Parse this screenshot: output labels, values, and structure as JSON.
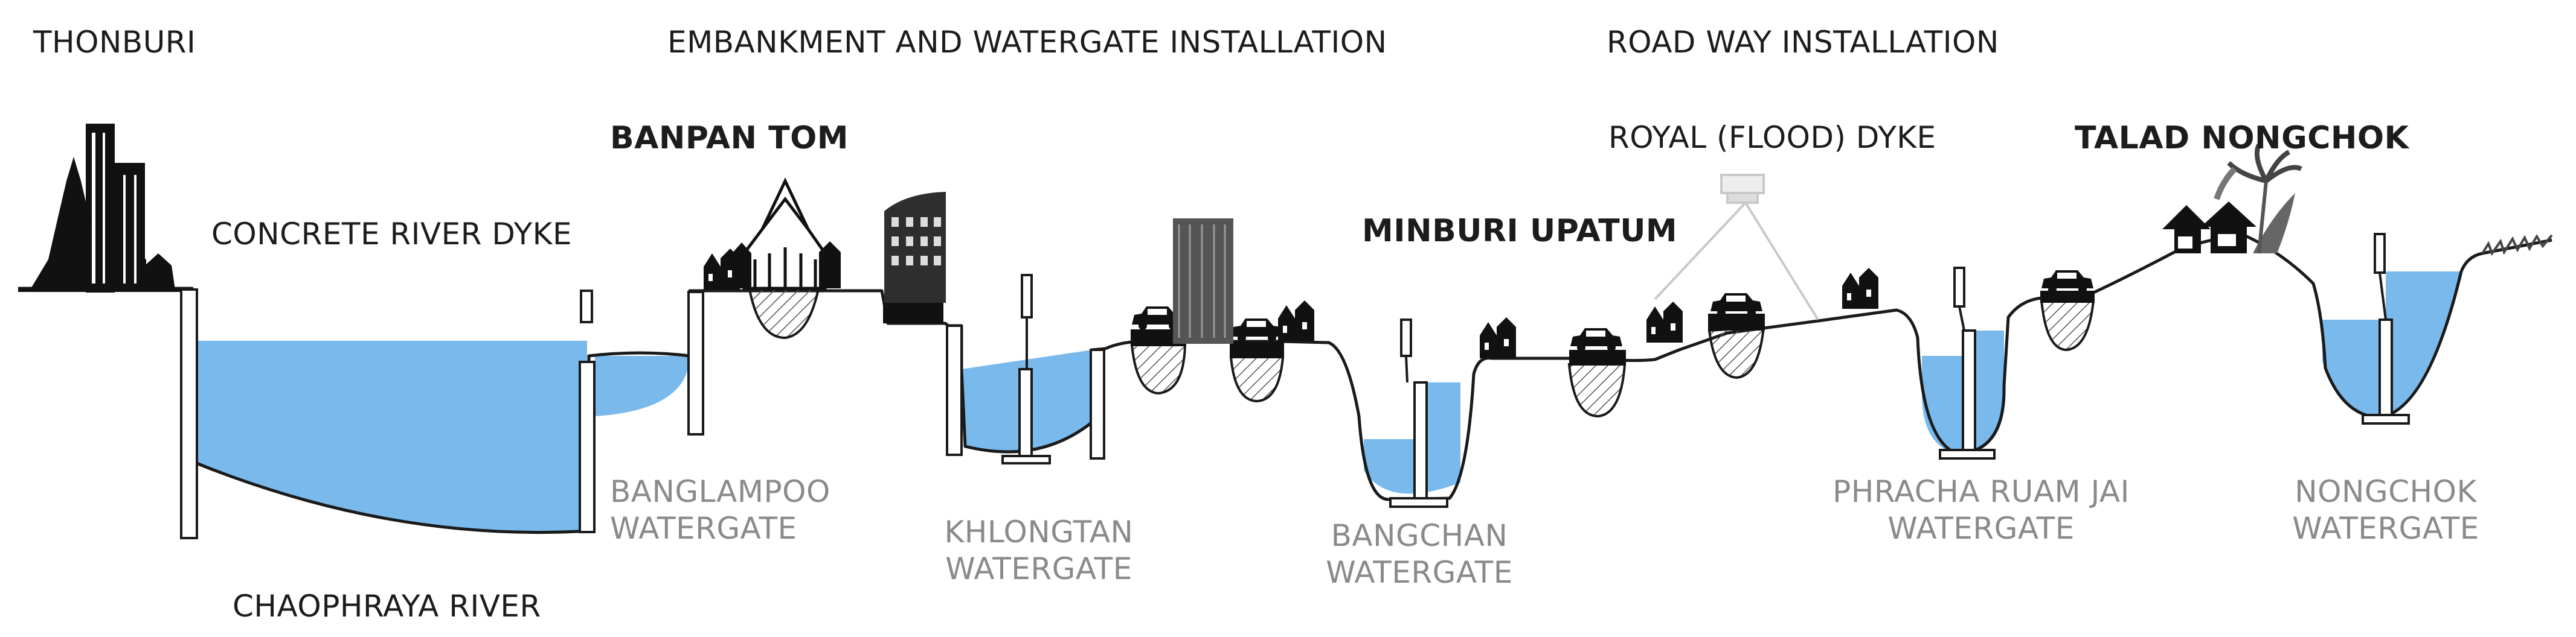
{
  "headers": {
    "thonburi": "THONBURI",
    "embankment": "EMBANKMENT AND WATERGATE INSTALLATION",
    "roadway": "ROAD WAY INSTALLATION"
  },
  "places": {
    "banpan_tom": "BANPAN TOM",
    "minburi_upatum": "MINBURI UPATUM",
    "talad_nongchok": "TALAD NONGCHOK"
  },
  "features": {
    "concrete_dyke": "CONCRETE RIVER DYKE",
    "royal_dyke": "ROYAL (FLOOD) DYKE",
    "river": "CHAOPHRAYA  RIVER"
  },
  "watergates": {
    "banglampoo": [
      "BANGLAMPOO",
      "WATERGATE"
    ],
    "khlongtan": [
      "KHLONGTAN",
      "WATERGATE"
    ],
    "bangchan": [
      "BANGCHAN",
      "WATERGATE"
    ],
    "phracha": [
      "PHRACHA RUAM JAI",
      "WATERGATE"
    ],
    "nongchok": [
      "NONGCHOK",
      "WATERGATE"
    ]
  },
  "colors": {
    "water": "#79b9eb",
    "ink": "#1a1a1a",
    "grey_label": "#8a8a8a",
    "ghost": "#c9c9c9"
  }
}
